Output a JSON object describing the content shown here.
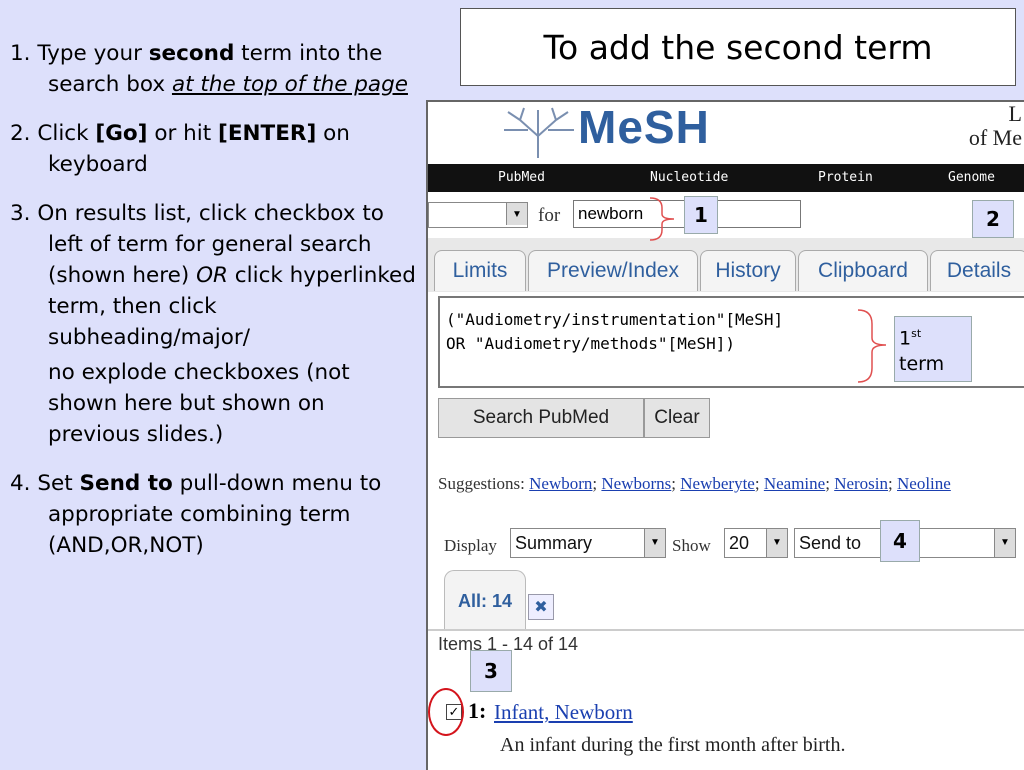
{
  "slide": {
    "title": "To add the second term"
  },
  "instructions": {
    "step1": {
      "pre": "1. Type your ",
      "bold": "second",
      "mid": " term into the search box ",
      "underlined": "at the top of the page"
    },
    "step2": {
      "pre": "2. Click ",
      "b1": "[Go]",
      "mid": " or hit ",
      "b2": "[ENTER]",
      "post": " on keyboard"
    },
    "step3": {
      "text": "3. On results list, click checkbox to left of term for general search (shown here) ",
      "italic": "OR",
      "post": "  click hyperlinked term, then click subheading/major/"
    },
    "step3b": "no explode checkboxes (not shown here but shown on previous slides.)",
    "step4": {
      "pre": "4. Set ",
      "bold": "Send to",
      "post": " pull-down menu to appropriate combining term (AND,OR,NOT)"
    }
  },
  "screenshot": {
    "logo": "MeSH",
    "org_line1": "L",
    "org_line2": "of Me",
    "nav": [
      "PubMed",
      "Nucleotide",
      "Protein",
      "Genome"
    ],
    "search": {
      "for_label": "for",
      "value": "newborn"
    },
    "tabs": [
      "Limits",
      "Preview/Index",
      "History",
      "Clipboard",
      "Details"
    ],
    "query_line1": "(\"Audiometry/instrumentation\"[MeSH]",
    "query_line2": "OR \"Audiometry/methods\"[MeSH])",
    "buttons": {
      "search_pubmed": "Search PubMed",
      "clear": "Clear"
    },
    "suggestions": {
      "label": "Suggestions:",
      "items": [
        "Newborn",
        "Newborns",
        "Newberyte",
        "Neamine",
        "Nerosin",
        "Neoline"
      ]
    },
    "display": {
      "display_label": "Display",
      "display_value": "Summary",
      "show_label": "Show",
      "show_value": "20",
      "send_to": "Send to"
    },
    "results_tab": "All: 14",
    "items_count": "Items 1 - 14 of 14",
    "result": {
      "num": "1:",
      "title": "Infant, Newborn",
      "desc": "An infant during the first month after birth."
    }
  },
  "callouts": {
    "c1": "1",
    "c2": "2",
    "c3": "3",
    "c4": "4",
    "term_num": "1",
    "term_sup": "st",
    "term_word": "term"
  },
  "colors": {
    "slide_bg": "#dde0fb",
    "link": "#1a3fb0",
    "mesh_blue": "#2f5f9e",
    "highlight_circle": "#d4141c",
    "brace": "#e05050"
  }
}
